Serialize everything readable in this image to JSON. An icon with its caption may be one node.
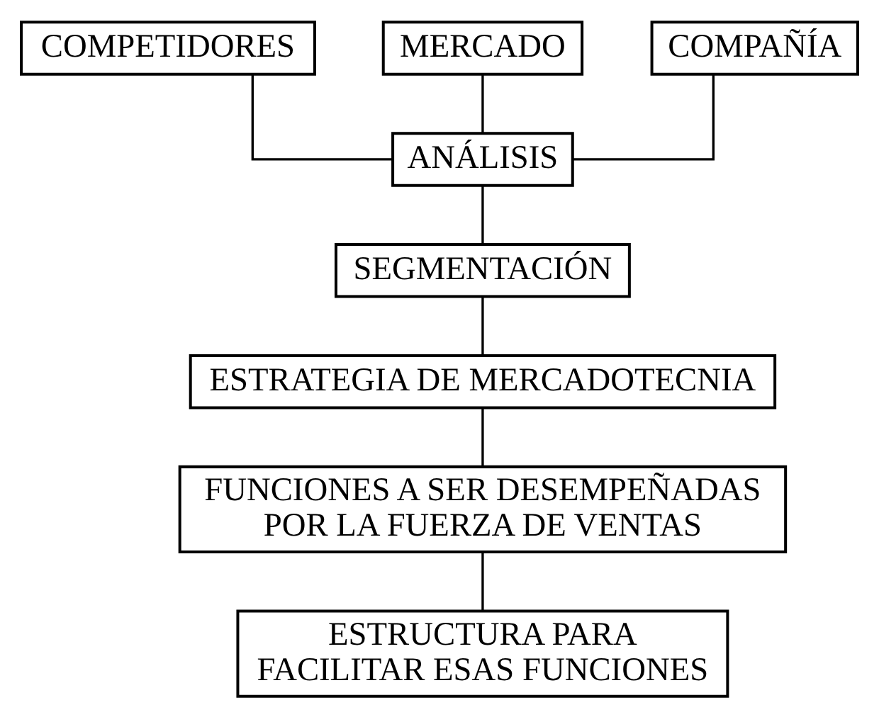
{
  "diagram": {
    "nodes": [
      {
        "text": [
          "MERCADO"
        ]
      },
      {
        "text": [
          "COMPETIDORES"
        ]
      },
      {
        "text": [
          "COMPAÑÍA"
        ]
      },
      {
        "text": [
          "ANÁLISIS"
        ]
      },
      {
        "text": [
          "SEGMENTACIÓN"
        ]
      },
      {
        "text": [
          "ESTRATEGIA DE MERCADOTECNIA"
        ]
      },
      {
        "text": [
          "FUNCIONES A SER DESEMPEÑADAS POR LA FUERZA DE VENTAS"
        ]
      },
      {
        "text": [
          "ESTRUCTURA PARA FACILITAR ESAS FUNCIONES"
        ]
      }
    ],
    "edges": [
      {
        "from": 0,
        "to": 3,
        "arrow": "none"
      },
      {
        "from": 1,
        "to": 3,
        "arrow": "none"
      },
      {
        "from": 2,
        "to": 3,
        "arrow": "none"
      },
      {
        "from": 3,
        "to": 4,
        "arrow": "none"
      },
      {
        "from": 4,
        "to": 5,
        "arrow": "none"
      },
      {
        "from": 5,
        "to": 6,
        "arrow": "none"
      },
      {
        "from": 6,
        "to": 7,
        "arrow": "none"
      }
    ]
  }
}
